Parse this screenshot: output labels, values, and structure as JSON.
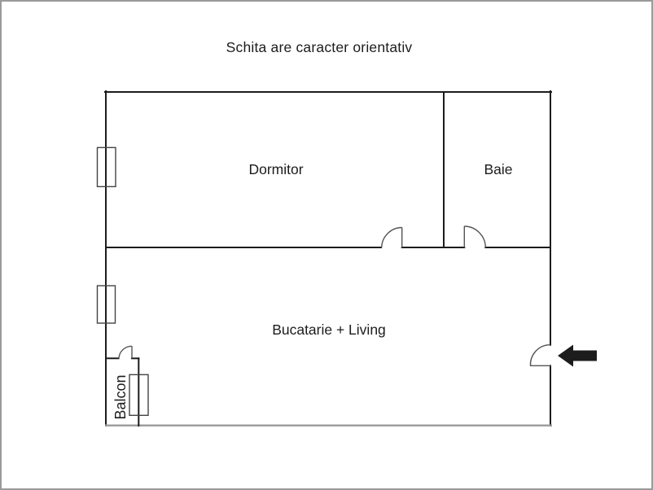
{
  "title": "Schita are caracter orientativ",
  "rooms": {
    "dormitor": {
      "label": "Dormitor"
    },
    "baie": {
      "label": "Baie"
    },
    "bucatarie_living": {
      "label": "Bucatarie + Living"
    },
    "balcon": {
      "label": "Balcon"
    }
  },
  "symbols": {
    "entrance_arrow": "left-arrow",
    "doors": [
      "dormitor-door-swing",
      "baie-door-swing",
      "balcon-door-swing",
      "entrance-door-swing"
    ],
    "windows": [
      "dormitor-window",
      "living-window",
      "balcon-window"
    ]
  },
  "colors": {
    "wall": "#1c1c1c",
    "shared_wall": "#9a9a9a",
    "page_border": "#9a9a9a",
    "background": "#ffffff",
    "text": "#1c1c1c",
    "door": "#555555",
    "window": "#444444",
    "arrow": "#1c1c1c"
  }
}
